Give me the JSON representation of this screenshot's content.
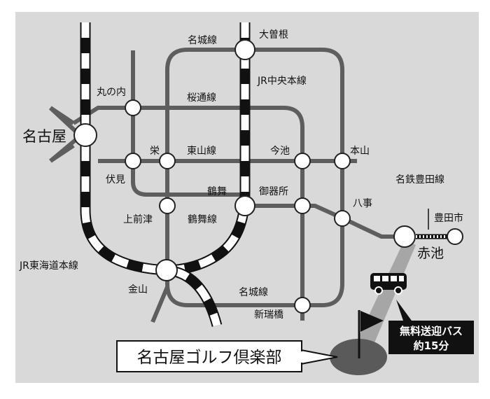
{
  "map": {
    "lines": {
      "meijo": "名城線",
      "meijo_south": "名城線",
      "sakura_dori": "桜通線",
      "higashiyama": "東山線",
      "tsurumai": "鶴舞線",
      "jr_chuo": "JR中央本線",
      "jr_tokaido": "JR東海道本線",
      "meitetsu_toyota": "名鉄豊田線"
    },
    "stations": {
      "nagoya": "名古屋",
      "ozone": "大曽根",
      "marunouchi": "丸の内",
      "sakae": "栄",
      "fushimi": "伏見",
      "imaike": "今池",
      "motoyama": "本山",
      "tsurumai": "鶴舞",
      "gokiso": "御器所",
      "yagoto": "八事",
      "kamimaezu": "上前津",
      "kanayama": "金山",
      "aratamabashi": "新瑞橋",
      "akaike": "赤池",
      "toyotashi": "豊田市"
    },
    "shuttle": {
      "line1": "無料送迎バス",
      "line2": "約15分"
    },
    "destination": "名古屋ゴルフ倶楽部",
    "colors": {
      "background": "#d9d9d9",
      "subway_line": "#5e5e5e",
      "jr_dark": "#111111",
      "jr_light": "#ffffff",
      "course": "#5a5a5a",
      "bus_route": "#a6a6a6"
    },
    "icons": [
      "bus-icon",
      "flag-icon"
    ]
  }
}
